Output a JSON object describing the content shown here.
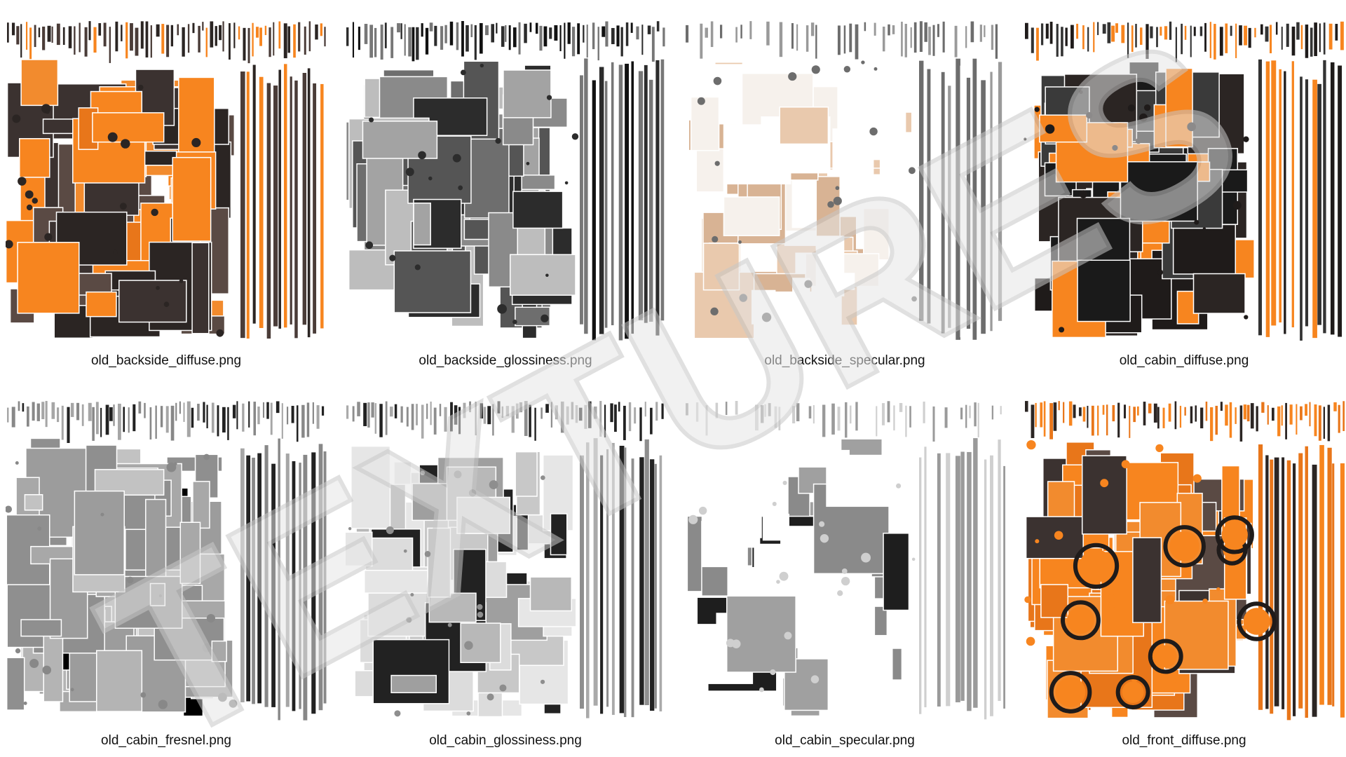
{
  "colors": {
    "orange": "#f7851f",
    "dark": "#2b2523",
    "background": "#ffffff",
    "watermark_fill": "#d9d9d9"
  },
  "watermark": {
    "text": "TEXTURES",
    "icon": "watermark-logo"
  },
  "textures": [
    {
      "filename": "old_backside_diffuse.png",
      "style": "diffuse-orange"
    },
    {
      "filename": "old_backside_glossiness.png",
      "style": "grayscale"
    },
    {
      "filename": "old_backside_specular.png",
      "style": "specular-light"
    },
    {
      "filename": "old_cabin_diffuse.png",
      "style": "diffuse-dark"
    },
    {
      "filename": "old_cabin_fresnel.png",
      "style": "fresnel-gray"
    },
    {
      "filename": "old_cabin_glossiness.png",
      "style": "grayscale-light"
    },
    {
      "filename": "old_cabin_specular.png",
      "style": "specular-sparse"
    },
    {
      "filename": "old_front_diffuse.png",
      "style": "diffuse-rings"
    }
  ]
}
